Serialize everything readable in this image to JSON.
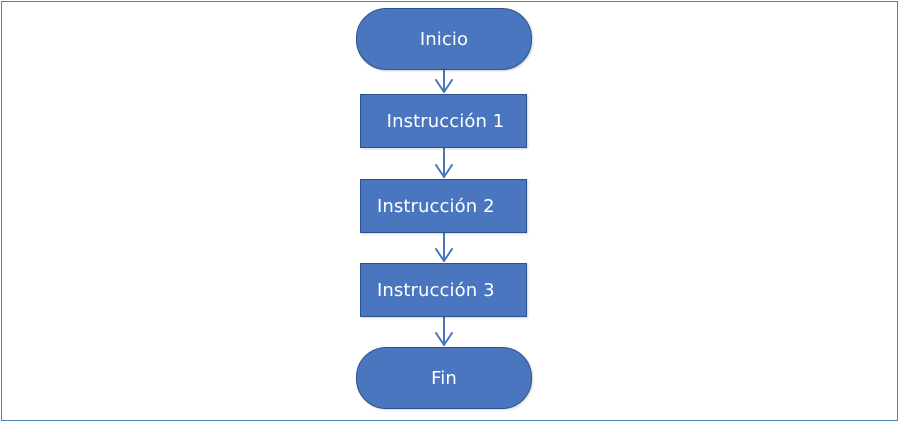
{
  "diagram": {
    "type": "flowchart",
    "colors": {
      "node_fill": "#4a76c0",
      "node_border": "#2f528f",
      "node_text": "#ffffff",
      "connector": "#4a76c0",
      "frame_border": "#4f81bd"
    },
    "nodes": {
      "start": {
        "label": "Inicio",
        "shape": "terminal"
      },
      "instruction_1": {
        "label": "Instrucción 1",
        "shape": "process"
      },
      "instruction_2": {
        "label": "Instrucción 2",
        "shape": "process"
      },
      "instruction_3": {
        "label": "Instrucción 3",
        "shape": "process"
      },
      "end": {
        "label": "Fin",
        "shape": "terminal"
      }
    },
    "edges": [
      {
        "from": "start",
        "to": "instruction_1"
      },
      {
        "from": "instruction_1",
        "to": "instruction_2"
      },
      {
        "from": "instruction_2",
        "to": "instruction_3"
      },
      {
        "from": "instruction_3",
        "to": "end"
      }
    ]
  }
}
